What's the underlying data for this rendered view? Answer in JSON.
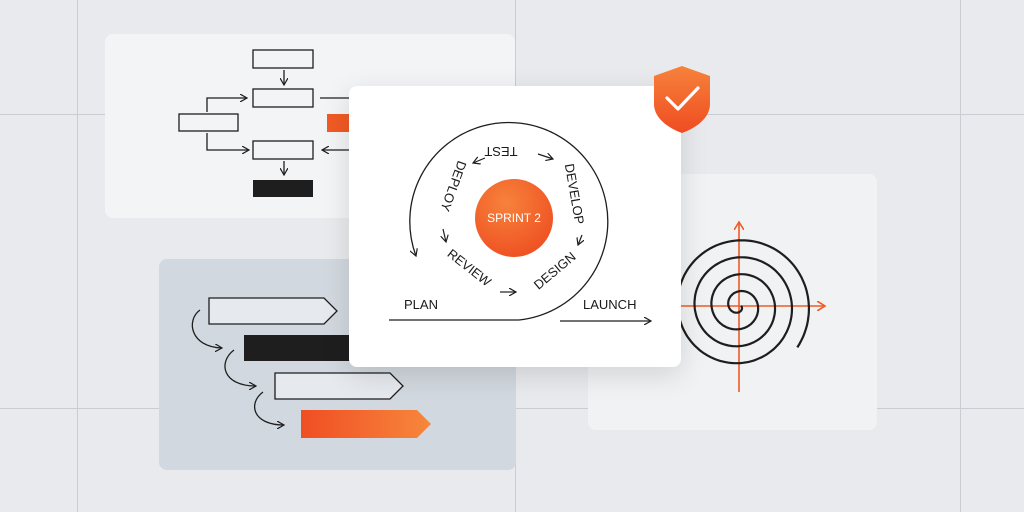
{
  "sprint": {
    "center_label": "SPRINT 2",
    "stages": {
      "test": "TEST",
      "develop": "DEVELOP",
      "design": "DESIGN",
      "review": "REVIEW",
      "deploy": "DEPLOY"
    },
    "plan_label": "PLAN",
    "launch_label": "LAUNCH"
  },
  "icons": {
    "shield": "shield-check-icon",
    "spiral": "spiral-model-icon"
  },
  "colors": {
    "accent": "#f15a24",
    "accent_light": "#f7813a",
    "dark": "#1e1e1e",
    "card": "#ffffff",
    "background": "#e8eaed"
  }
}
